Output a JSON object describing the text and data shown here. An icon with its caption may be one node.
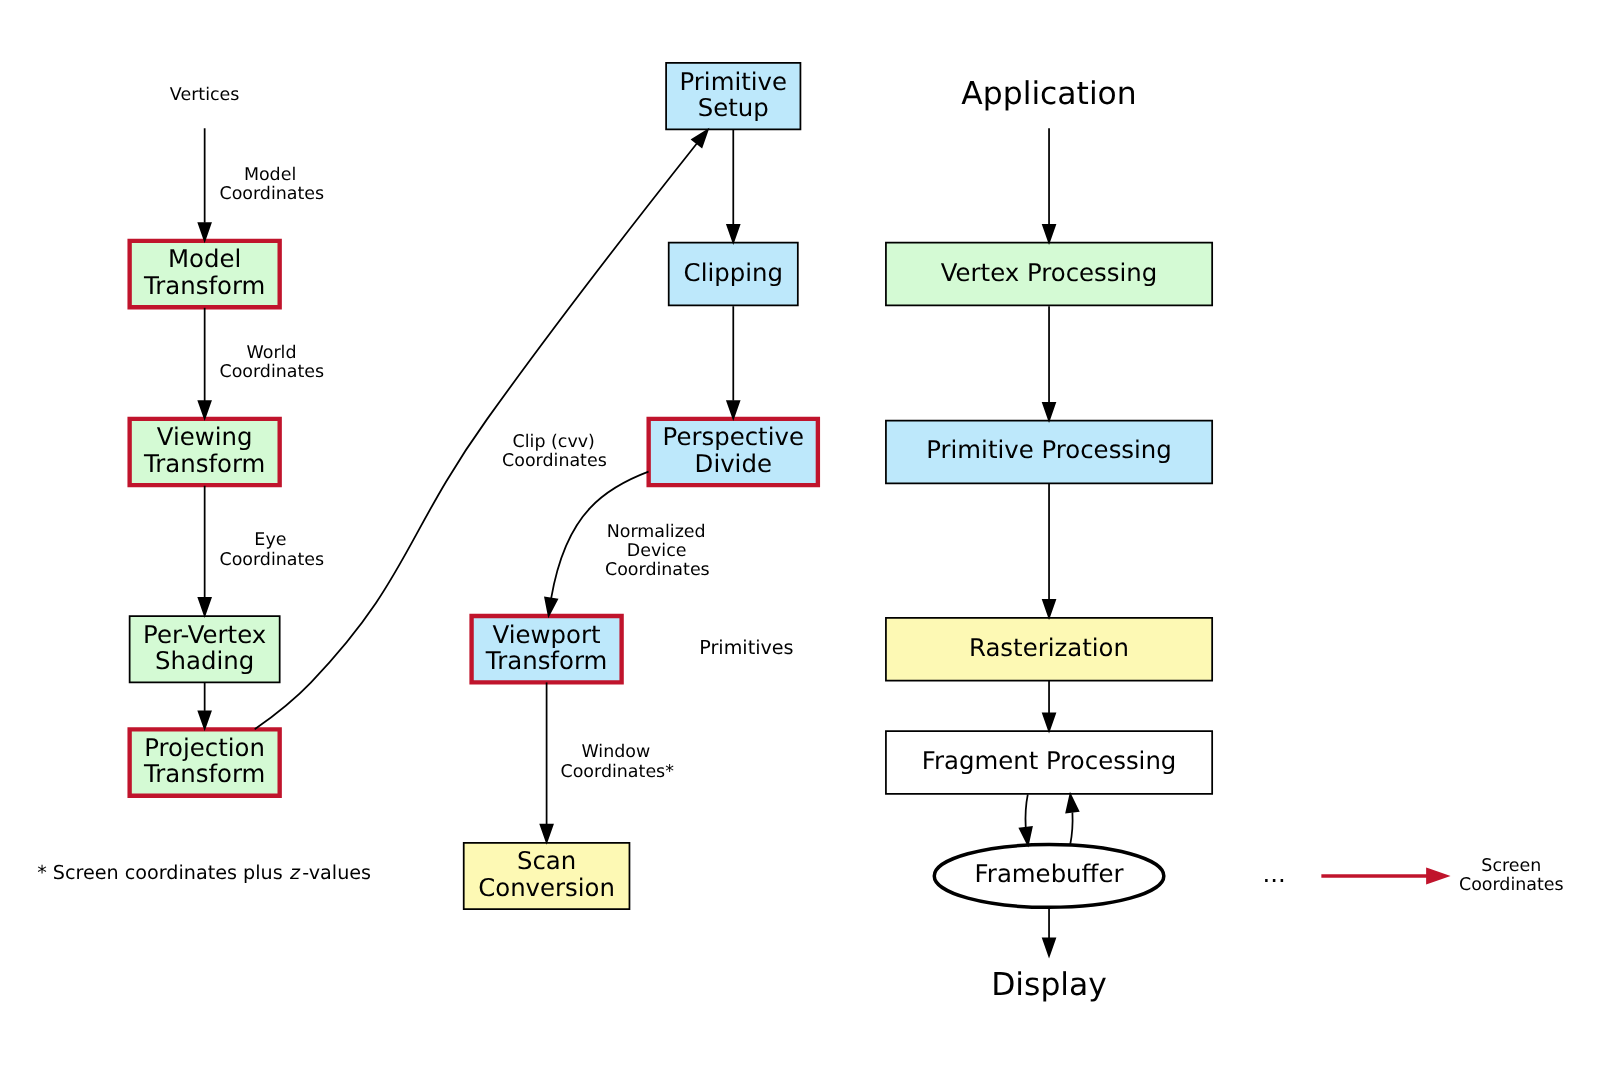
{
  "diagram": {
    "nodes": [
      {
        "text": [
          "Vertices"
        ]
      },
      {
        "text": [
          "Model Transform"
        ]
      },
      {
        "text": [
          "Viewing Transform"
        ]
      },
      {
        "text": [
          "Per-Vertex Shading"
        ]
      },
      {
        "text": [
          "Projection Transform"
        ]
      },
      {
        "text": [
          "Primitive Setup"
        ]
      },
      {
        "text": [
          "Clipping"
        ]
      },
      {
        "text": [
          "Perspective Divide"
        ]
      },
      {
        "text": [
          "Viewport Transform"
        ]
      },
      {
        "text": [
          "Scan Conversion"
        ]
      },
      {
        "text": [
          "..."
        ]
      },
      {
        "text": [
          "Screen Coordinates"
        ]
      },
      {
        "text": [
          "Application"
        ]
      },
      {
        "text": [
          "Vertex Processing"
        ]
      },
      {
        "text": [
          "Primitive Processing"
        ]
      },
      {
        "text": [
          "Rasterization"
        ]
      },
      {
        "text": [
          "Fragment Processing"
        ]
      },
      {
        "text": [
          "Framebuffer"
        ]
      },
      {
        "text": [
          "Display"
        ]
      }
    ],
    "edges": [
      {
        "from": 0,
        "to": 1,
        "arrow": "to",
        "label": "Model Coordinates"
      },
      {
        "from": 1,
        "to": 2,
        "arrow": "to",
        "label": "World Coordinates"
      },
      {
        "from": 2,
        "to": 3,
        "arrow": "to",
        "label": "Eye Coordinates"
      },
      {
        "from": 3,
        "to": 4,
        "arrow": "to"
      },
      {
        "from": 4,
        "to": 5,
        "arrow": "to",
        "label": "Clip (cvv) Coordinates"
      },
      {
        "from": 5,
        "to": 6,
        "arrow": "to"
      },
      {
        "from": 6,
        "to": 7,
        "arrow": "to"
      },
      {
        "from": 7,
        "to": 8,
        "arrow": "to",
        "label": "Normalized Device Coordinates"
      },
      {
        "from": 8,
        "to": 9,
        "arrow": "to",
        "label": "Window Coordinates*"
      },
      {
        "from": 10,
        "to": 11,
        "arrow": "to",
        "color": "#c0142c"
      },
      {
        "from": 12,
        "to": 13,
        "arrow": "to"
      },
      {
        "from": 13,
        "to": 14,
        "arrow": "to"
      },
      {
        "from": 14,
        "to": 15,
        "arrow": "to"
      },
      {
        "from": 15,
        "to": 16,
        "arrow": "to"
      },
      {
        "from": 16,
        "to": 17,
        "arrow": "to"
      },
      {
        "from": 17,
        "to": 16,
        "arrow": "to"
      },
      {
        "from": 17,
        "to": 18,
        "arrow": "to"
      }
    ],
    "labels": [
      "Primitives",
      "* Screen coordinates plus *z*-values"
    ]
  }
}
